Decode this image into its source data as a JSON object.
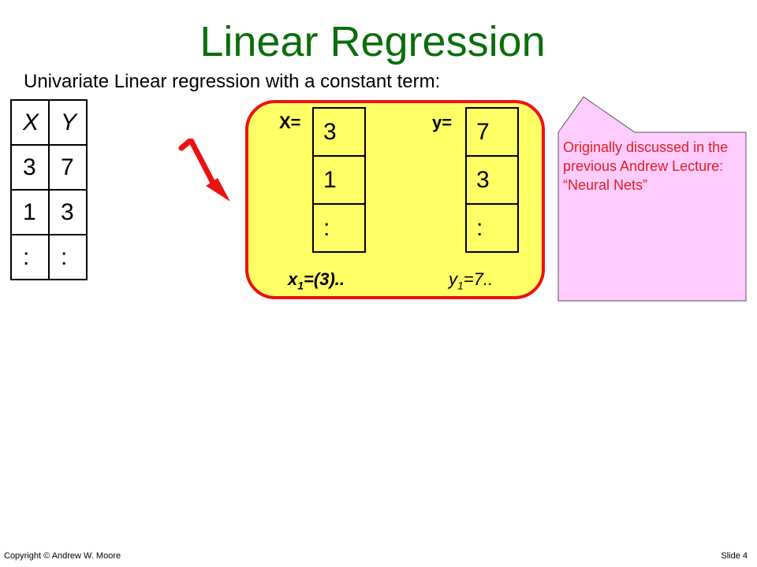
{
  "slide": {
    "title": "Linear Regression",
    "subtitle": "Univariate Linear regression with a constant term:"
  },
  "data_table": {
    "headers": [
      "X",
      "Y"
    ],
    "rows": [
      [
        "3",
        "7"
      ],
      [
        "1",
        "3"
      ],
      [
        ":",
        ":"
      ]
    ]
  },
  "vectors": {
    "x_label": "X=",
    "x_values": [
      "3",
      "1",
      ":"
    ],
    "y_label": "y=",
    "y_values": [
      "7",
      "3",
      ":"
    ],
    "x1_prefix": "x",
    "x1_sub": "1",
    "x1_suffix": "=(3)..",
    "y1_prefix": "y",
    "y1_sub": "1",
    "y1_suffix": "=7.."
  },
  "callout": {
    "text": "Originally discussed in the previous Andrew Lecture: “Neural Nets”"
  },
  "footer": {
    "copyright": "Copyright © Andrew W. Moore",
    "slide_number": "Slide 4"
  },
  "colors": {
    "title": "#0b6e0b",
    "highlight_fill": "#ffff66",
    "highlight_border": "#ee1111",
    "callout_fill": "#ffccff",
    "callout_text": "#e02020"
  }
}
